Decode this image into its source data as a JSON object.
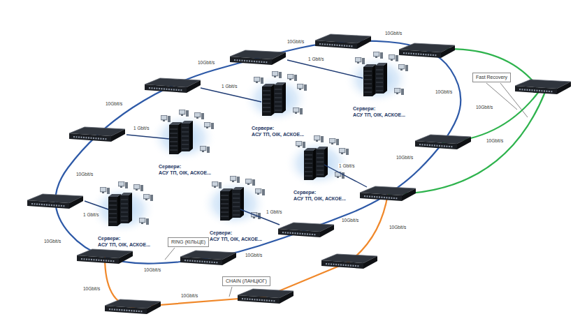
{
  "diagram": {
    "nodes": [
      {
        "text": [
          "Сервери: АСУ ТП, ОІК, АСКОЕ..."
        ]
      },
      {
        "text": [
          "Fast Recovery"
        ]
      },
      {
        "text": [
          "Сервери: АСУ ТП, ОІК, АСКОЕ..."
        ]
      },
      {
        "text": [
          "Сервери: АСУ ТП, ОІК, АСКОЕ..."
        ]
      },
      {
        "text": [
          "Сервери: АСУ ТП, ОІК, АСКОЕ..."
        ]
      },
      {
        "text": [
          "Сервери: АСУ ТП, ОІК, АСКОЕ..."
        ]
      },
      {
        "text": [
          "Сервери: АСУ ТП, ОІК, АСКОЕ..."
        ]
      },
      {
        "text": [
          "RING (КІЛЬЦЕ)"
        ]
      },
      {
        "text": [
          "CHAIN (ЛАНЦЮГ)"
        ]
      }
    ],
    "labels": [
      "10Gbit/s",
      "10Gbit/s",
      "10Gbit/s",
      "10Gbit/s",
      "10Gbit/s",
      "10Gbit/s",
      "10Gbit/s",
      "10Gbit/s",
      "10Gbit/s",
      "10Gbit/s",
      "10Gbit/s",
      "10Gbit/s",
      "10Gbit/s",
      "10Gbit/s",
      "10Gbit/s",
      "10Gbit/s",
      "1 Gbit/s",
      "1 Gbit/s",
      "1 Gbit/s",
      "1 Gbit/s",
      "1 Gbit/s",
      "1 Gbit/s"
    ]
  }
}
